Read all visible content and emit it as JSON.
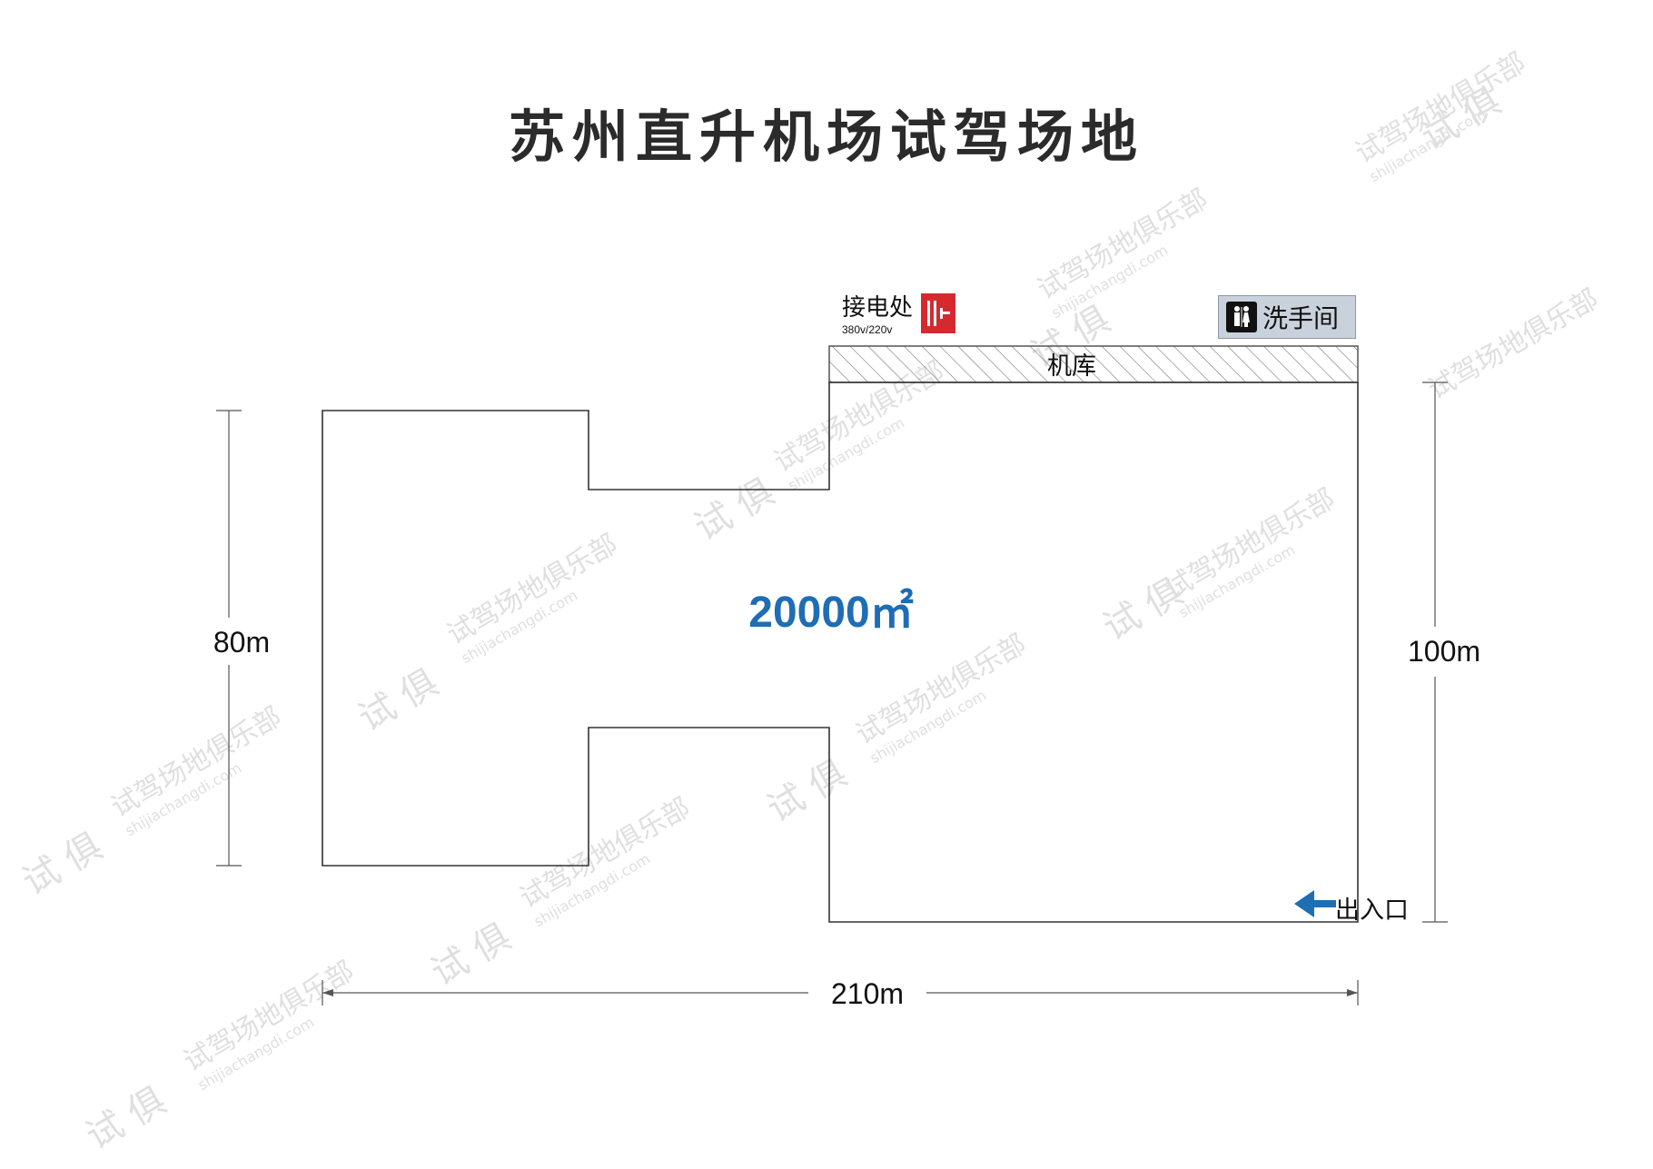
{
  "title": "苏州直升机场试驾场地",
  "map": {
    "area": "20000㎡",
    "dimensions": {
      "left": "80m",
      "right": "100m",
      "bottom": "210m"
    },
    "hangar_label": "机库",
    "power_point": {
      "label": "接电处",
      "spec": "380v/220v",
      "icon": "power-plug-icon",
      "color": "#d42a2f"
    },
    "restroom": {
      "label": "洗手间",
      "icon": "restroom-icon",
      "background": "#c9d2dc"
    },
    "exit": {
      "label": "出入口",
      "icon": "arrow-left-icon",
      "color": "#1f6db5"
    }
  },
  "watermark": {
    "brand": "试驾场地俱乐部",
    "domain": "shijiachangdi.com",
    "logo_chars": "试 俱"
  }
}
